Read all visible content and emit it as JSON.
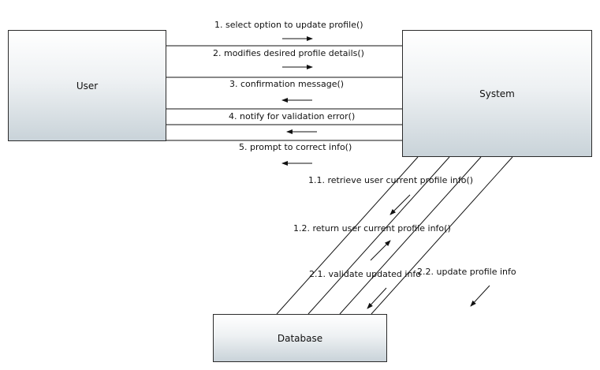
{
  "objects": {
    "user": "User",
    "system": "System",
    "database": "Database"
  },
  "messages": {
    "m1": "1. select option to update profile()",
    "m2": "2. modifies desired profile details()",
    "m3": "3. confirmation message()",
    "m4": "4. notify for validation error()",
    "m5": "5. prompt to correct info()",
    "m11": "1.1. retrieve user current profile info()",
    "m12": "1.2. return user current profile info()",
    "m21": "2.1. validate updated info",
    "m22": "2.2. update profile info"
  },
  "colors": {
    "line": "#111111",
    "box_border": "#2b2b2b"
  }
}
